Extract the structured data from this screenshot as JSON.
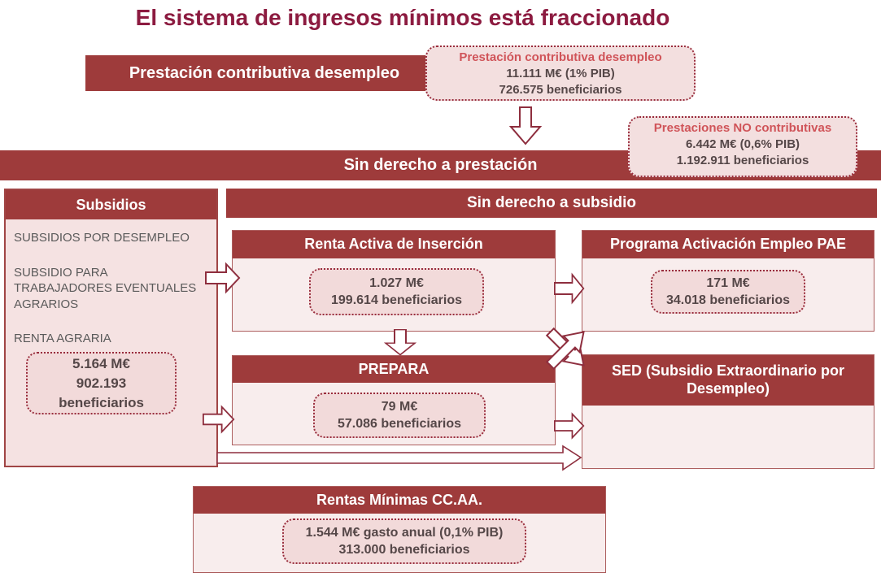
{
  "title": "El sistema de ingresos mínimos está fraccionado",
  "top": {
    "bar_label": "Prestación contributiva desempleo",
    "callout": {
      "title": "Prestación contributiva desempleo",
      "amount": "11.111 M€ (1% PIB)",
      "beneficiaries": "726.575 beneficiarios"
    }
  },
  "no_contributivas_callout": {
    "title": "Prestaciones NO contributivas",
    "amount": "6.442 M€ (0,6% PIB)",
    "beneficiaries": "1.192.911 beneficiarios"
  },
  "bars": {
    "sin_prestacion": "Sin derecho a prestación",
    "sin_subsidio": "Sin derecho a subsidio"
  },
  "subsidios": {
    "header": "Subsidios",
    "items": [
      "SUBSIDIOS POR DESEMPLEO",
      "SUBSIDIO PARA TRABAJADORES EVENTUALES AGRARIOS",
      "RENTA AGRARIA"
    ],
    "stat": {
      "amount": "5.164 M€",
      "count": "902.193",
      "label": "beneficiarios"
    }
  },
  "boxes": {
    "rai": {
      "header": "Renta Activa de Inserción",
      "amount": "1.027 M€",
      "beneficiaries": "199.614 beneficiarios"
    },
    "pae": {
      "header": "Programa Activación Empleo PAE",
      "amount": "171 M€",
      "beneficiaries": "34.018 beneficiarios"
    },
    "prepara": {
      "header": "PREPARA",
      "amount": "79 M€",
      "beneficiaries": "57.086 beneficiarios"
    },
    "sed": {
      "header": "SED (Subsidio Extraordinario por Desempleo)"
    },
    "rentas": {
      "header": "Rentas Mínimas CC.AA.",
      "amount": "1.544 M€ gasto anual (0,1% PIB)",
      "beneficiaries": "313.000 beneficiarios"
    }
  },
  "colors": {
    "bar_red": "#9e3b3b",
    "title_maroon": "#8c1b40",
    "callout_title_red": "#d05459",
    "dotted_border": "#992d3d",
    "panel_pink": "#f5e2e2",
    "box_pink": "#f8eded",
    "stat_text": "#554748",
    "list_gray": "#5a5a5a"
  }
}
